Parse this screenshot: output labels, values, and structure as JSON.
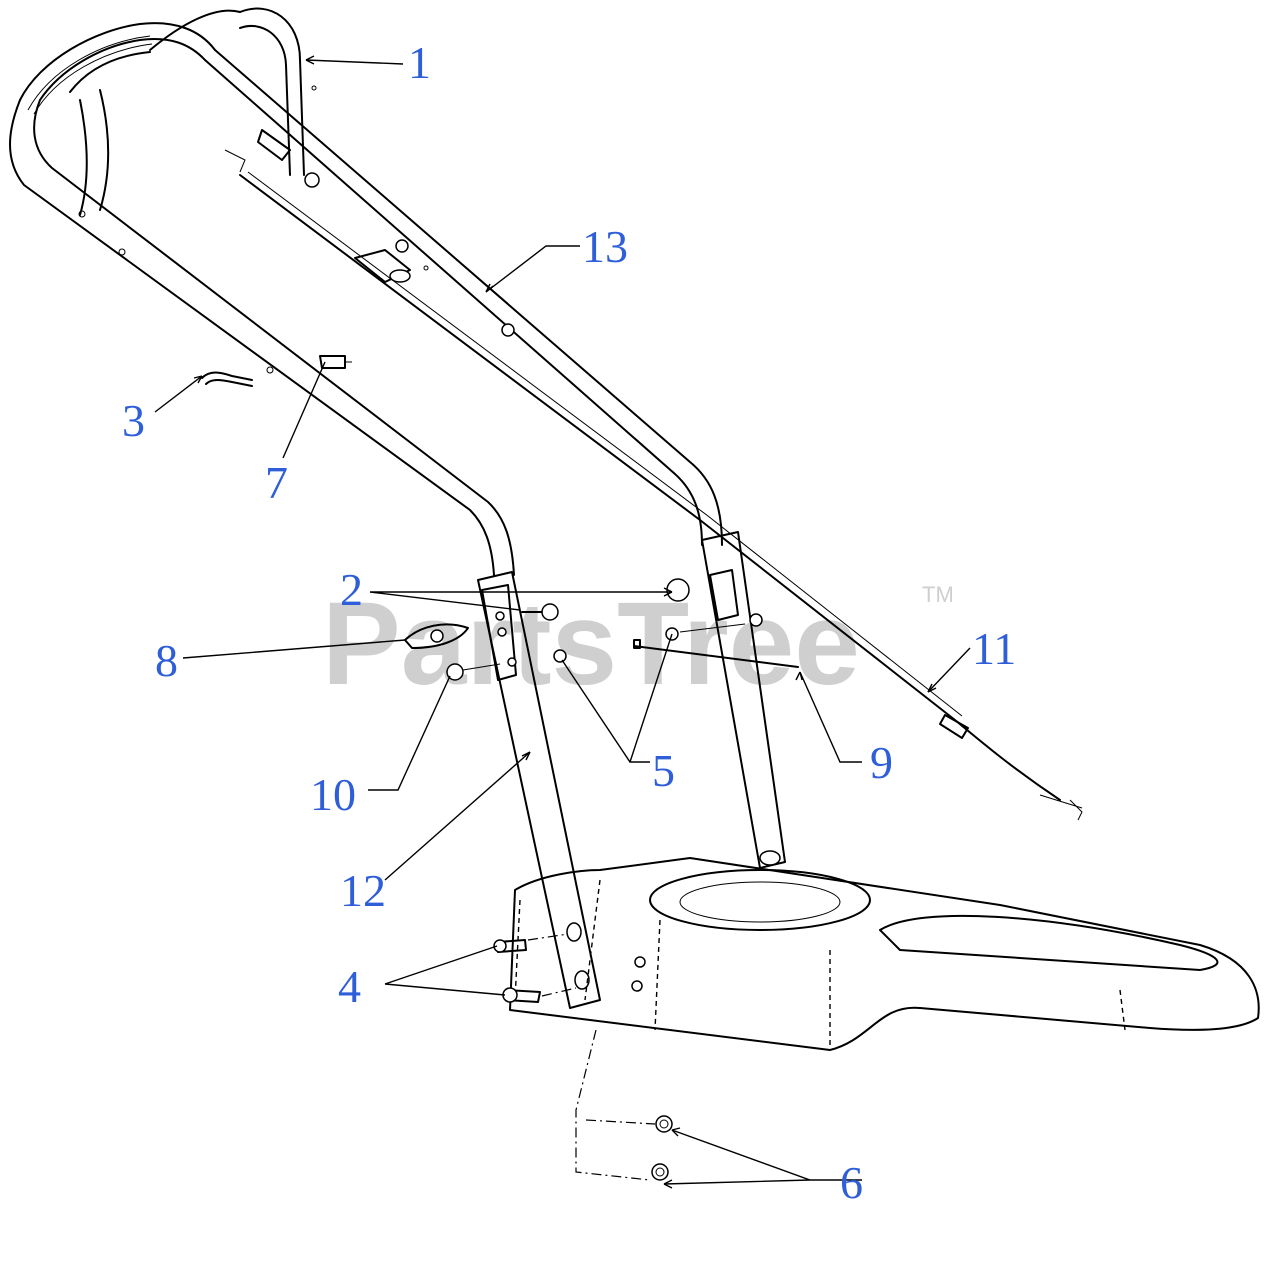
{
  "watermark": {
    "brand": "PartsTree",
    "trademark": "TM"
  },
  "callouts": [
    {
      "label": "1"
    },
    {
      "label": "2"
    },
    {
      "label": "3"
    },
    {
      "label": "4"
    },
    {
      "label": "5"
    },
    {
      "label": "6"
    },
    {
      "label": "7"
    },
    {
      "label": "8"
    },
    {
      "label": "9"
    },
    {
      "label": "10"
    },
    {
      "label": "11"
    },
    {
      "label": "12"
    },
    {
      "label": "13"
    }
  ],
  "colors": {
    "callout": "#2f5fd8",
    "line": "#000000",
    "watermark": "#cfcfcf"
  }
}
